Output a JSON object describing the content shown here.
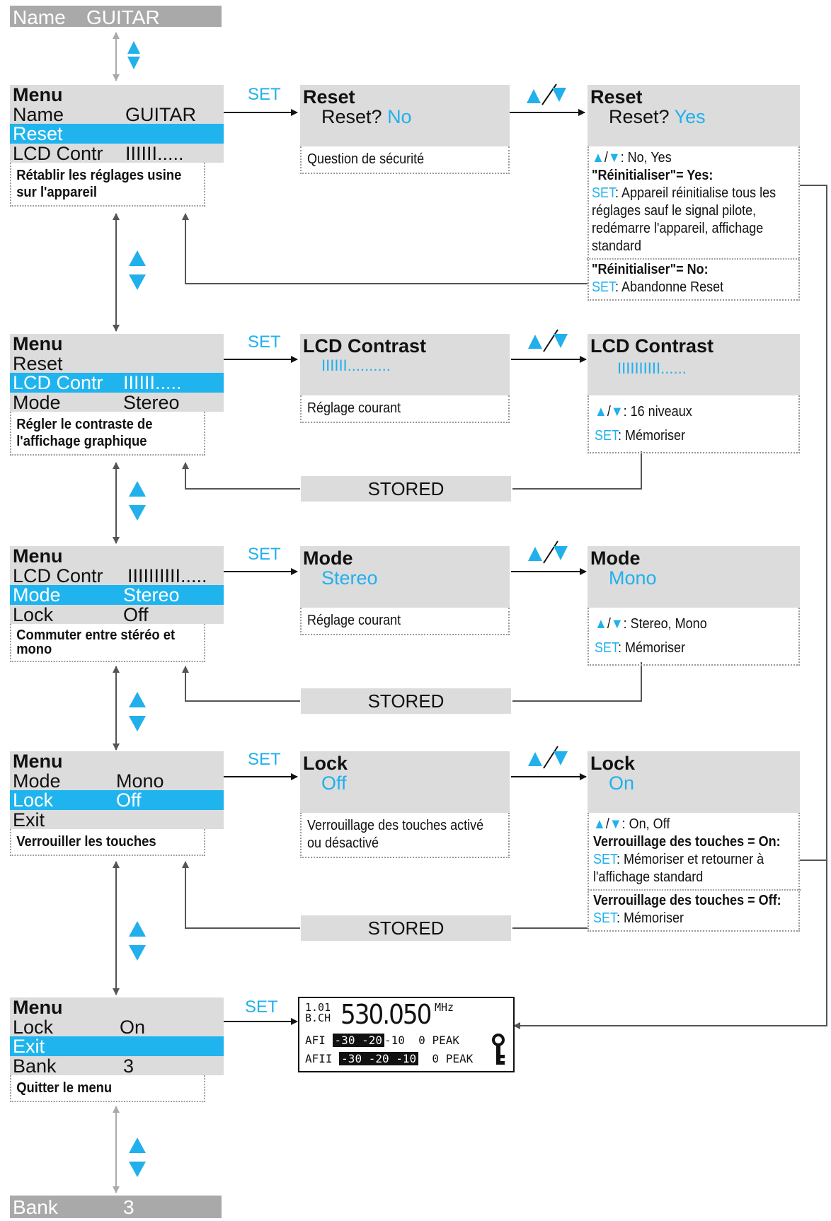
{
  "top_bar": {
    "name": "Name",
    "value": "GUITAR"
  },
  "bottom_bar": {
    "name": "Bank",
    "value": "3"
  },
  "set_label": "SET",
  "stored_label": "STORED",
  "menus": [
    {
      "title": "Menu",
      "rows": [
        [
          "Name",
          "GUITAR"
        ],
        [
          "Reset",
          ""
        ],
        [
          "LCD Contr",
          "IIIIII....."
        ]
      ],
      "desc": "Rétablir les réglages usine sur l'appareil"
    },
    {
      "title": "Menu",
      "rows": [
        [
          "Reset",
          ""
        ],
        [
          "LCD Contr",
          "IIIIII....."
        ],
        [
          "Mode",
          "Stereo"
        ]
      ],
      "desc": "Régler le contraste de l'affichage graphique"
    },
    {
      "title": "Menu",
      "rows": [
        [
          "LCD Contr",
          "IIIIIIIIII....."
        ],
        [
          "Mode",
          "Stereo"
        ],
        [
          "Lock",
          "Off"
        ]
      ],
      "desc": "Commuter entre stéréo et mono"
    },
    {
      "title": "Menu",
      "rows": [
        [
          "Mode",
          "Mono"
        ],
        [
          "Lock",
          "Off"
        ],
        [
          "Exit",
          ""
        ]
      ],
      "desc": "Verrouiller les touches"
    },
    {
      "title": "Menu",
      "rows": [
        [
          "Lock",
          "On"
        ],
        [
          "Exit",
          ""
        ],
        [
          "Bank",
          "3"
        ]
      ],
      "desc": "Quitter le menu"
    }
  ],
  "mid": [
    {
      "title": "Reset",
      "label": "Reset? ",
      "value": "No",
      "note": "Question de sécurité"
    },
    {
      "title": "LCD Contrast",
      "label": "",
      "value": "IIIIII..........",
      "note": "Réglage courant"
    },
    {
      "title": "Mode",
      "label": "",
      "value": "Stereo",
      "note": "Réglage courant"
    },
    {
      "title": "Lock",
      "label": "",
      "value": "Off",
      "note": "Verrouillage des touches activé ou désactivé"
    }
  ],
  "right": [
    {
      "title": "Reset",
      "label": "Reset? ",
      "value": "Yes",
      "keys": ": No, Yes",
      "h1": "\"Réinitialiser\"= Yes:",
      "s1": ": Appareil réinitialise tous les réglages sauf le signal pilote, redémarre l'appareil, affichage standard",
      "h2": "\"Réinitialiser\"= No:",
      "s2": ": Abandonne Reset"
    },
    {
      "title": "LCD Contrast",
      "label": "",
      "value": "IIIIIIIIII......",
      "keys": ": 16 niveaux",
      "s1": ": Mémoriser"
    },
    {
      "title": "Mode",
      "label": "",
      "value": "Mono",
      "keys": ": Stereo, Mono",
      "s1": ": Mémoriser"
    },
    {
      "title": "Lock",
      "label": "",
      "value": "On",
      "keys": ": On, Off",
      "h1": "Verrouillage des touches = On:",
      "s1": ": Mémoriser et retourner à l'affichage standard",
      "h2": "Verrouillage des touches = Off:",
      "s2": ": Mémoriser"
    }
  ],
  "lcd": {
    "ch_top": "1.01",
    "ch_bot": "B.CH",
    "freq": "530.050",
    "unit": "MHz",
    "afi": "AFI",
    "afii": "AFII",
    "scale1": "-30 -20",
    "scale1b": "-10",
    "scale2": "-30 -20 -10",
    "zero": "0",
    "peak": "PEAK"
  },
  "colors": {
    "accent": "#20b4ef",
    "gray": "#dcdcdd",
    "bar": "#a9a9a9"
  }
}
